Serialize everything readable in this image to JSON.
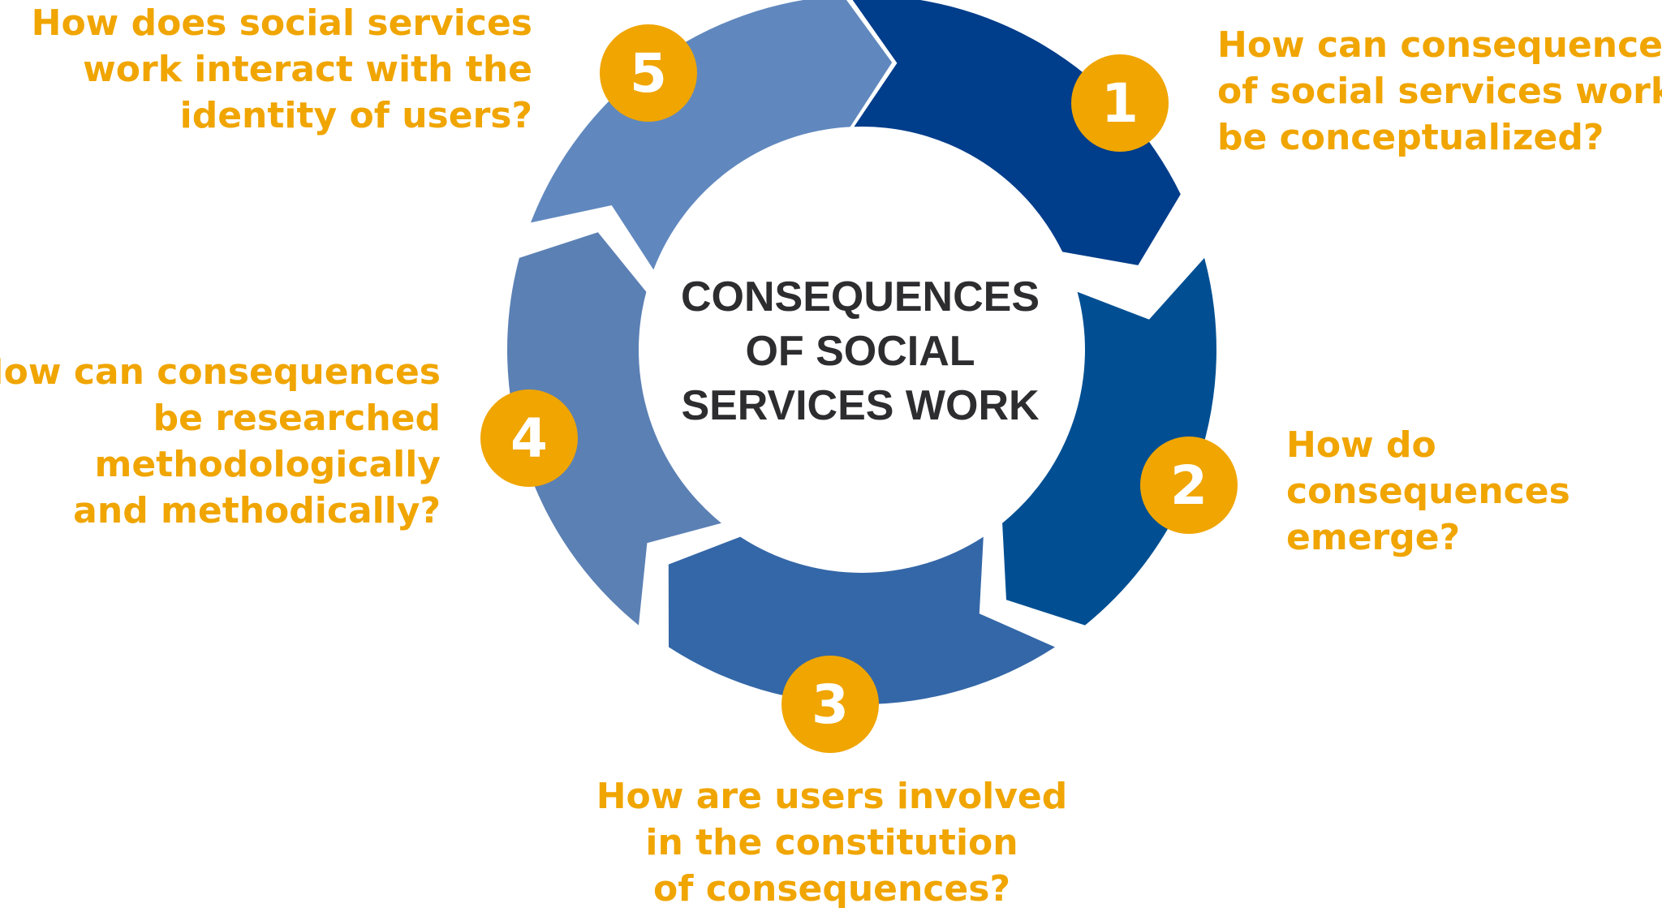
{
  "center_title": [
    "CONSEQUENCES",
    "OF SOCIAL",
    "SERVICES WORK"
  ],
  "colors": {
    "segment_1": "#003d8b",
    "segment_2": "#014f92",
    "segment_3": "#3467a7",
    "segment_4": "#5b80b4",
    "segment_5": "#6088be",
    "badge": "#f0a500",
    "question_text": "#f0a500",
    "center_text": "#2d2d30"
  },
  "steps": [
    {
      "number": "1",
      "question_lines": [
        "How can consequences",
        "of social services work",
        "be conceptualized?"
      ]
    },
    {
      "number": "2",
      "question_lines": [
        "How do",
        "consequences",
        "emerge?"
      ]
    },
    {
      "number": "3",
      "question_lines": [
        "How are users involved",
        "in the constitution",
        "of consequences?"
      ]
    },
    {
      "number": "4",
      "question_lines": [
        "How can consequences",
        "be researched",
        "methodologically",
        "and methodically?"
      ]
    },
    {
      "number": "5",
      "question_lines": [
        "How does social services",
        "work interact with the",
        "identity of users?"
      ]
    }
  ]
}
